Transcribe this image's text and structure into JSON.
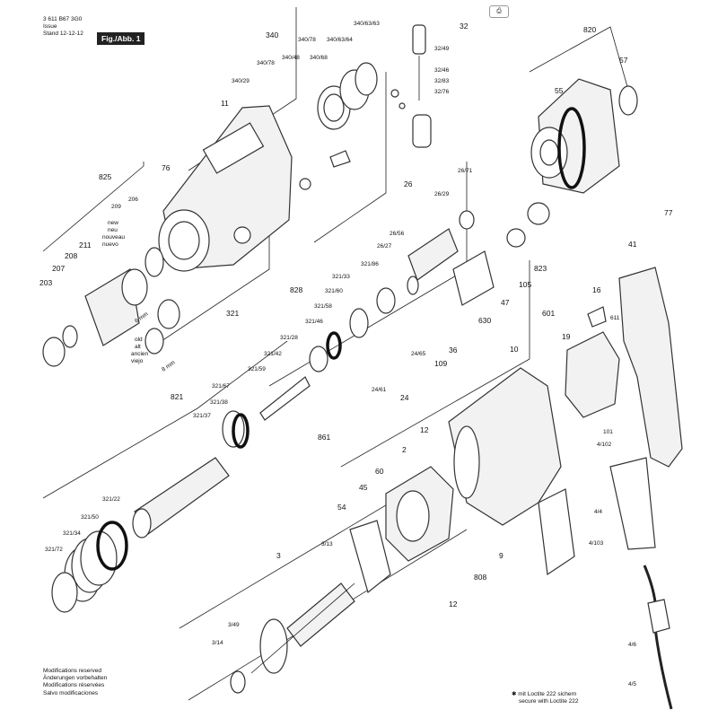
{
  "header": {
    "doc_number": "3 611 B67 3G0",
    "issue_label": "Issue",
    "stand_label": "Stand",
    "issue_date": "12-12-12",
    "figure_tag": "Fig./Abb. 1"
  },
  "top_icon": "print-icon",
  "part_labels": [
    "340",
    "340/78",
    "340/63/64",
    "340/63/63",
    "340/48",
    "340/68",
    "340/78",
    "340/29",
    "11",
    "32",
    "32/49",
    "32/46",
    "32/83",
    "32/76",
    "820",
    "55",
    "57",
    "76",
    "825",
    "209",
    "206",
    "26",
    "26/71",
    "26/29",
    "26/56",
    "26/27",
    "321/86",
    "321/33",
    "321/60",
    "321/58",
    "321/46",
    "828",
    "321",
    "321/28",
    "321/42",
    "321/59",
    "321/67",
    "821",
    "321/38",
    "321/37",
    "203",
    "207",
    "208",
    "211",
    "77",
    "41",
    "823",
    "105",
    "47",
    "630",
    "36",
    "109",
    "24/65",
    "24/61",
    "24",
    "10",
    "601",
    "16",
    "19",
    "611",
    "861",
    "12",
    "2",
    "60",
    "45",
    "54",
    "3/13",
    "3",
    "3/49",
    "3/14",
    "808",
    "9",
    "12",
    "101",
    "4/102",
    "4/4",
    "4/103",
    "4/6",
    "4/5",
    "321/22",
    "321/50",
    "321/34",
    "321/72"
  ],
  "multilingual_labels": {
    "new": [
      "new",
      "neu",
      "nouveau",
      "nuevo"
    ],
    "old": [
      "old",
      "alt",
      "ancien",
      "viejo"
    ],
    "mm_6": "6 mm",
    "mm_8": "8 mm"
  },
  "footer_left": [
    "Modifications reserved",
    "Änderungen vorbehalten",
    "Modifications réservées",
    "Salvo modificaciones"
  ],
  "footer_right": [
    "mit Loctite 222 sichern",
    "secure with Loctite 222"
  ]
}
